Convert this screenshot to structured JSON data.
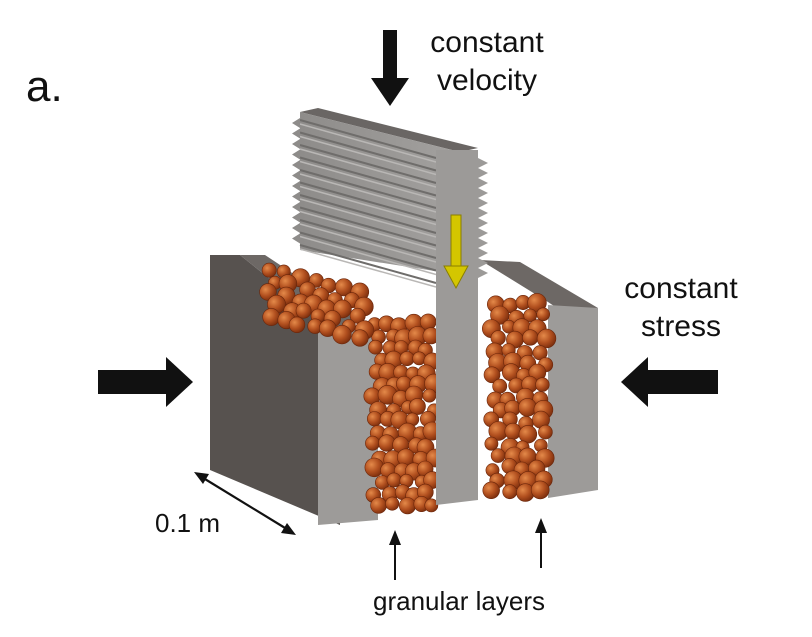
{
  "panel_label": "a.",
  "top_label": {
    "line1": "constant",
    "line2": "velocity"
  },
  "side_label": {
    "line1": "constant",
    "line2": "stress"
  },
  "scale_label": "0.1 m",
  "bottom_label": "granular layers",
  "colors": {
    "block_dark": "#5a5552",
    "block_top": "#6b6663",
    "block_light": "#9c9a98",
    "plate": "#9b9a98",
    "grain": "#a8481c",
    "grain_highlight": "#d9773a",
    "shear_arrow": "#d4c600",
    "arrow": "#111111"
  },
  "icons": [
    "force-arrow-down",
    "force-arrow-left",
    "force-arrow-right",
    "shear-arrow-yellow",
    "dimension-arrow",
    "pointer-arrow-up"
  ]
}
